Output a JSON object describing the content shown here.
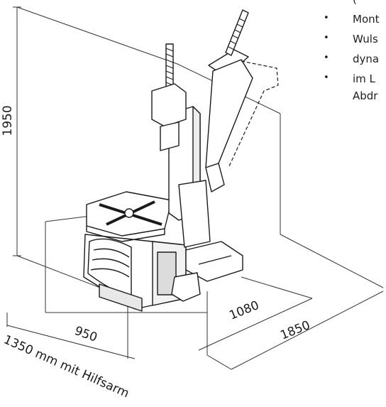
{
  "diagram": {
    "dimensions": {
      "height": "1950",
      "width": "950",
      "depth": "1080",
      "total_depth": "1850",
      "arm_width": "1350 mm mit Hilfsarm"
    },
    "side_text": {
      "top_fragment": "(",
      "items": [
        "Mont",
        "Wuls",
        "dyna",
        "im L",
        "Abdr"
      ]
    }
  }
}
